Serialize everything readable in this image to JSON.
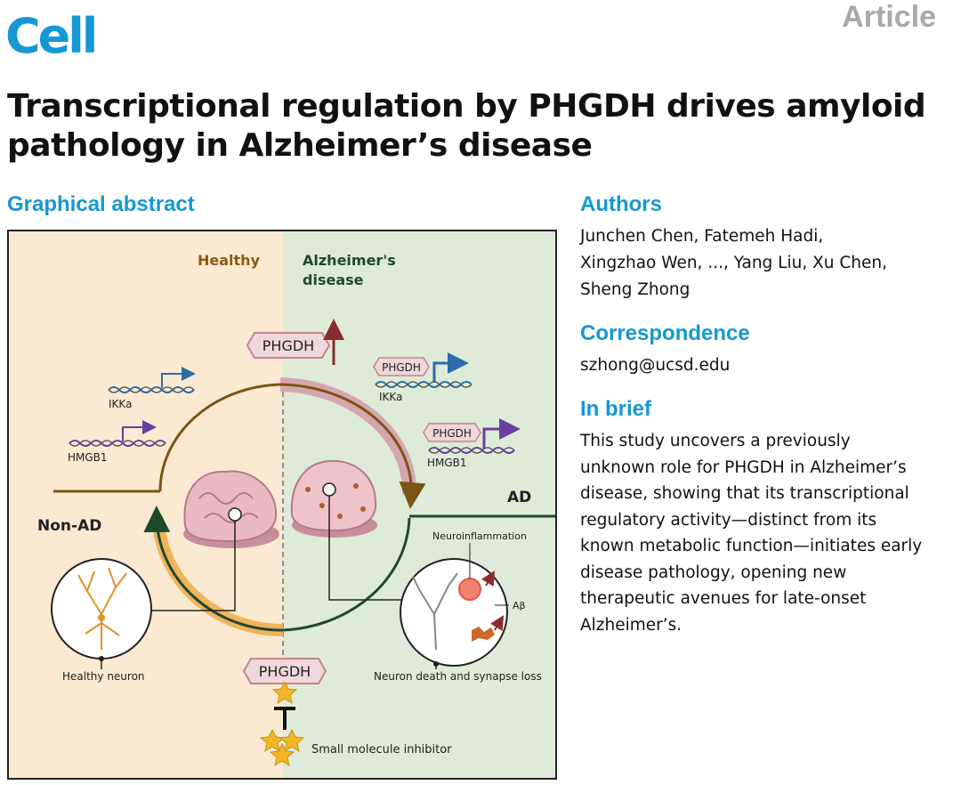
{
  "header": {
    "journal": "Cell",
    "article_type": "Article"
  },
  "title": "Transcriptional regulation by PHGDH drives amyloid pathology in Alzheimer’s disease",
  "graphical_abstract": {
    "heading": "Graphical abstract",
    "labels": {
      "healthy": "Healthy",
      "ad_line1": "Alzheimer's",
      "ad_line2": "disease",
      "phgdh": "PHGDH",
      "ikka": "IKKa",
      "hmgb1": "HMGB1",
      "non_ad": "Non-AD",
      "ad": "AD",
      "neuroinflammation": "Neuroinflammation",
      "abeta": "Aβ",
      "healthy_neuron": "Healthy neuron",
      "neuron_death": "Neuron death and synapse loss",
      "inhibitor": "Small molecule inhibitor"
    },
    "colors": {
      "healthy_bg": "#fce9d1",
      "ad_bg": "#deebd8",
      "healthy_text": "#8a5a12",
      "ad_text": "#1f4a2e",
      "phgdh_fill": "#f0d7db",
      "phgdh_stroke": "#c5848f",
      "arrow_red": "#8a2d2d",
      "gene_blue": "#2b6da8",
      "gene_purple": "#6b3f9e",
      "star": "#f2b722"
    }
  },
  "sidebar": {
    "authors": {
      "heading": "Authors",
      "line1": "Junchen Chen, Fatemeh Hadi,",
      "line2": "Xingzhao Wen, ..., Yang Liu, Xu Chen,",
      "line3": "Sheng Zhong"
    },
    "correspondence": {
      "heading": "Correspondence",
      "email": "szhong@ucsd.edu"
    },
    "in_brief": {
      "heading": "In brief",
      "lines": [
        "This study uncovers a previously",
        "unknown role for PHGDH in Alzheimer’s",
        "disease, showing that its transcriptional",
        "regulatory activity—distinct from its",
        "known metabolic function—initiates early",
        "disease pathology, opening new",
        "therapeutic avenues for late-onset",
        "Alzheimer’s."
      ]
    }
  }
}
